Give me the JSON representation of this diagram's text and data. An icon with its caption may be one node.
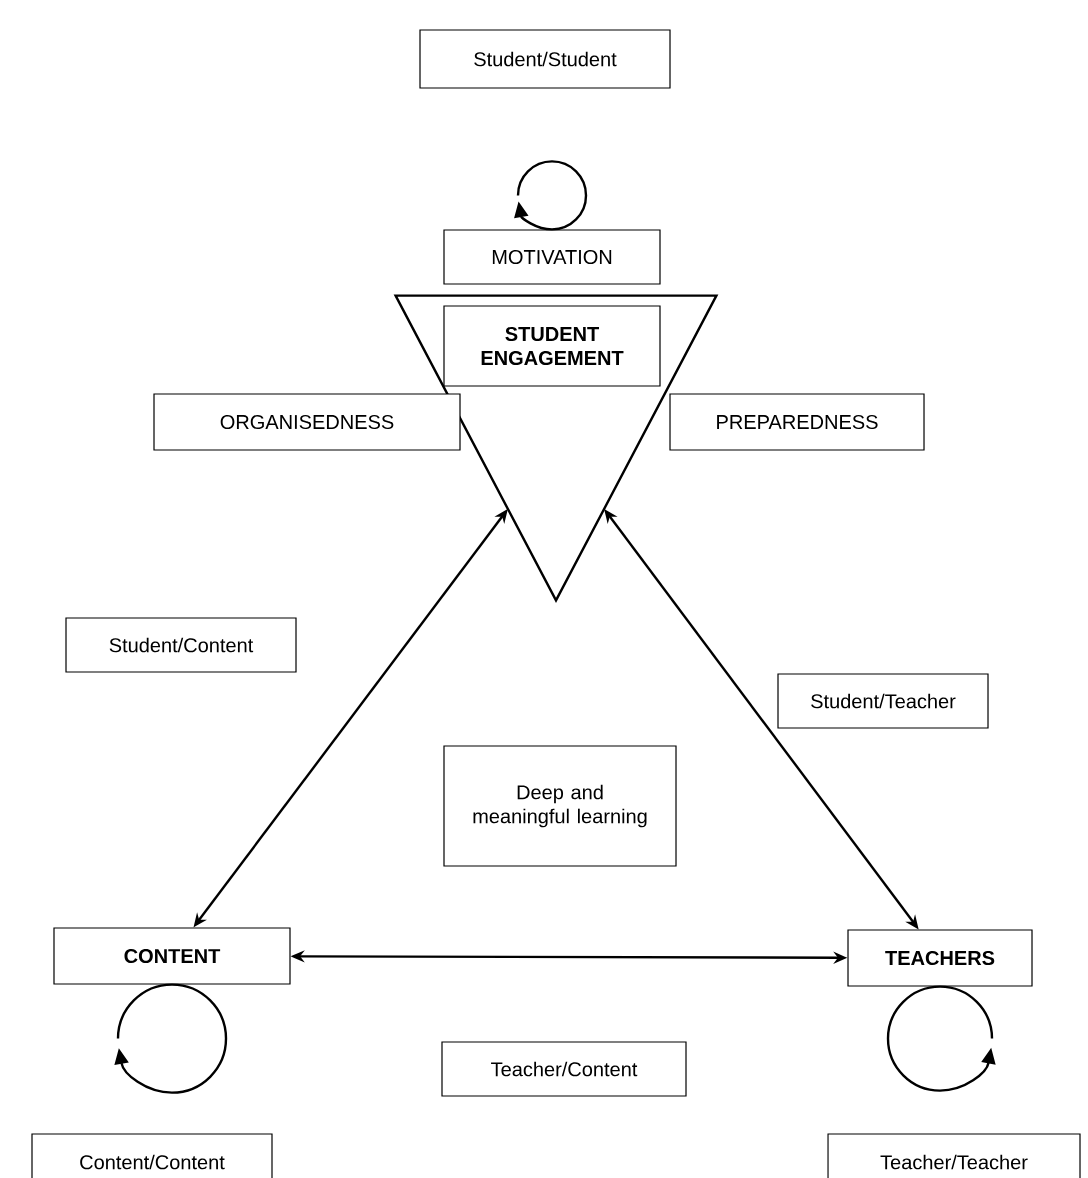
{
  "diagram": {
    "nodes": [
      {
        "text": [
          "Student/Student"
        ]
      },
      {
        "text": [
          "MOTIVATION"
        ]
      },
      {
        "text": [],
        "shape": "triangle"
      },
      {
        "text": [
          "STUDENT ENGAGEMENT"
        ],
        "in": 2
      },
      {
        "text": [
          "ORGANISEDNESS"
        ]
      },
      {
        "text": [
          "PREPAREDNESS"
        ]
      },
      {
        "text": [
          "Student/Content"
        ]
      },
      {
        "text": [
          "Student/Teacher"
        ]
      },
      {
        "text": [
          "Deep and meaningful learning"
        ]
      },
      {
        "text": [
          "CONTENT"
        ]
      },
      {
        "text": [
          "TEACHERS"
        ]
      },
      {
        "text": [
          "Teacher/Content"
        ]
      },
      {
        "text": [
          "Content/Content"
        ]
      },
      {
        "text": [
          "Teacher/Teacher"
        ]
      }
    ],
    "edges": [
      {
        "from": 9,
        "to": 2,
        "arrow": "both"
      },
      {
        "from": 10,
        "to": 2,
        "arrow": "both"
      },
      {
        "from": 9,
        "to": 10,
        "arrow": "both"
      },
      {
        "from": 1,
        "to": 1,
        "arrow": "to"
      },
      {
        "from": 9,
        "to": 9,
        "arrow": "to"
      },
      {
        "from": 10,
        "to": 10,
        "arrow": "to"
      }
    ]
  }
}
